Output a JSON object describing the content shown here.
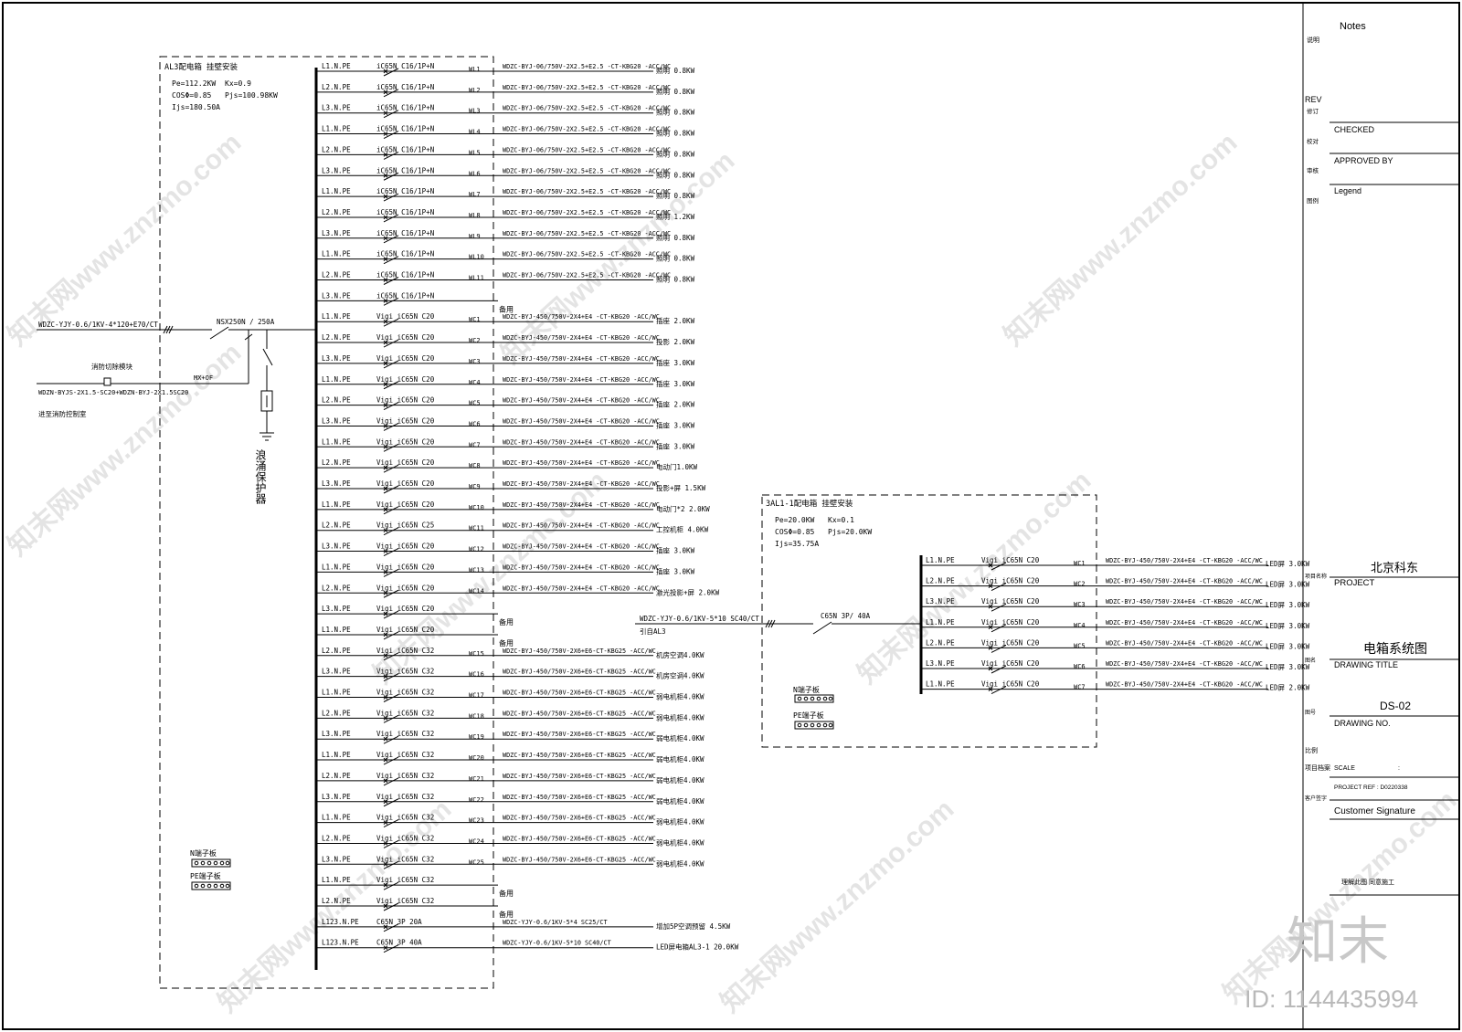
{
  "panel_main": {
    "name": "AL3配电箱",
    "install": "挂壁安装",
    "params": [
      "Pe=112.2KW",
      "Kx=0.9",
      "COSΦ=0.85",
      "Pjs=100.98KW",
      "Ijs=180.50A"
    ]
  },
  "incoming": {
    "feeder_cable": "WDZC-YJY-0.6/1KV-4*120+E70/CT",
    "main_breaker": "NSX250N / 250A",
    "fire_module": "消防切除模块",
    "mx_of": "MX+OF",
    "fire_cable": "WDZN-BYJS-2X1.5-SC20+WDZN-BYJ-2X1.5SC20",
    "to_fire_room": "进至消防控制室",
    "surge": "浪涌保护器"
  },
  "circuits_main": [
    {
      "phase": "L1.N.PE",
      "breaker": "iC65N C16/1P+N",
      "id": "WL1",
      "cable": "WDZC-BYJ-06/750V-2X2.5+E2.5 -CT-KBG20 -ACC/WC",
      "load": "照明 0.8KW"
    },
    {
      "phase": "L2.N.PE",
      "breaker": "iC65N C16/1P+N",
      "id": "WL2",
      "cable": "WDZC-BYJ-06/750V-2X2.5+E2.5 -CT-KBG20 -ACC/WC",
      "load": "照明 0.8KW"
    },
    {
      "phase": "L3.N.PE",
      "breaker": "iC65N C16/1P+N",
      "id": "WL3",
      "cable": "WDZC-BYJ-06/750V-2X2.5+E2.5 -CT-KBG20 -ACC/WC",
      "load": "照明 0.8KW"
    },
    {
      "phase": "L1.N.PE",
      "breaker": "iC65N C16/1P+N",
      "id": "WL4",
      "cable": "WDZC-BYJ-06/750V-2X2.5+E2.5 -CT-KBG20 -ACC/WC",
      "load": "照明 0.8KW"
    },
    {
      "phase": "L2.N.PE",
      "breaker": "iC65N C16/1P+N",
      "id": "WL5",
      "cable": "WDZC-BYJ-06/750V-2X2.5+E2.5 -CT-KBG20 -ACC/WC",
      "load": "照明 0.8KW"
    },
    {
      "phase": "L3.N.PE",
      "breaker": "iC65N C16/1P+N",
      "id": "WL6",
      "cable": "WDZC-BYJ-06/750V-2X2.5+E2.5 -CT-KBG20 -ACC/WC",
      "load": "照明 0.8KW"
    },
    {
      "phase": "L1.N.PE",
      "breaker": "iC65N C16/1P+N",
      "id": "WL7",
      "cable": "WDZC-BYJ-06/750V-2X2.5+E2.5 -CT-KBG20 -ACC/WC",
      "load": "照明 0.8KW"
    },
    {
      "phase": "L2.N.PE",
      "breaker": "iC65N C16/1P+N",
      "id": "WL8",
      "cable": "WDZC-BYJ-06/750V-2X2.5+E2.5 -CT-KBG20 -ACC/WC",
      "load": "照明 1.2KW"
    },
    {
      "phase": "L3.N.PE",
      "breaker": "iC65N C16/1P+N",
      "id": "WL9",
      "cable": "WDZC-BYJ-06/750V-2X2.5+E2.5 -CT-KBG20 -ACC/WC",
      "load": "照明 0.8KW"
    },
    {
      "phase": "L1.N.PE",
      "breaker": "iC65N C16/1P+N",
      "id": "WL10",
      "cable": "WDZC-BYJ-06/750V-2X2.5+E2.5 -CT-KBG20 -ACC/WC",
      "load": "照明 0.8KW"
    },
    {
      "phase": "L2.N.PE",
      "breaker": "iC65N C16/1P+N",
      "id": "WL11",
      "cable": "WDZC-BYJ-06/750V-2X2.5+E2.5 -CT-KBG20 -ACC/WC",
      "load": "照明 0.8KW"
    },
    {
      "phase": "L3.N.PE",
      "breaker": "iC65N C16/1P+N",
      "id": "",
      "cable": "",
      "load": "备用"
    },
    {
      "phase": "L1.N.PE",
      "breaker": "Vigi iC65N C20",
      "id": "WC1",
      "cable": "WDZC-BYJ-450/750V-2X4+E4 -CT-KBG20 -ACC/WC",
      "load": "插座 2.0KW"
    },
    {
      "phase": "L2.N.PE",
      "breaker": "Vigi iC65N C20",
      "id": "WC2",
      "cable": "WDZC-BYJ-450/750V-2X4+E4 -CT-KBG20 -ACC/WC",
      "load": "投影 2.0KW"
    },
    {
      "phase": "L3.N.PE",
      "breaker": "Vigi iC65N C20",
      "id": "WC3",
      "cable": "WDZC-BYJ-450/750V-2X4+E4 -CT-KBG20 -ACC/WC",
      "load": "插座 3.0KW"
    },
    {
      "phase": "L1.N.PE",
      "breaker": "Vigi iC65N C20",
      "id": "WC4",
      "cable": "WDZC-BYJ-450/750V-2X4+E4 -CT-KBG20 -ACC/WC",
      "load": "插座 3.0KW"
    },
    {
      "phase": "L2.N.PE",
      "breaker": "Vigi iC65N C20",
      "id": "WC5",
      "cable": "WDZC-BYJ-450/750V-2X4+E4 -CT-KBG20 -ACC/WC",
      "load": "插座 2.0KW"
    },
    {
      "phase": "L3.N.PE",
      "breaker": "Vigi iC65N C20",
      "id": "WC6",
      "cable": "WDZC-BYJ-450/750V-2X4+E4 -CT-KBG20 -ACC/WC",
      "load": "插座 3.0KW"
    },
    {
      "phase": "L1.N.PE",
      "breaker": "Vigi iC65N C20",
      "id": "WC7",
      "cable": "WDZC-BYJ-450/750V-2X4+E4 -CT-KBG20 -ACC/WC",
      "load": "插座 3.0KW"
    },
    {
      "phase": "L2.N.PE",
      "breaker": "Vigi iC65N C20",
      "id": "WC8",
      "cable": "WDZC-BYJ-450/750V-2X4+E4 -CT-KBG20 -ACC/WC",
      "load": "电动门1.0KW"
    },
    {
      "phase": "L3.N.PE",
      "breaker": "Vigi iC65N C20",
      "id": "WC9",
      "cable": "WDZC-BYJ-450/750V-2X4+E4 -CT-KBG20 -ACC/WC",
      "load": "投影+屏 1.5KW"
    },
    {
      "phase": "L1.N.PE",
      "breaker": "Vigi iC65N C20",
      "id": "WC10",
      "cable": "WDZC-BYJ-450/750V-2X4+E4 -CT-KBG20 -ACC/WC",
      "load": "电动门*2 2.0KW"
    },
    {
      "phase": "L2.N.PE",
      "breaker": "Vigi iC65N C25",
      "id": "WC11",
      "cable": "WDZC-BYJ-450/750V-2X4+E4 -CT-KBG20 -ACC/WC",
      "load": "工控机柜 4.0KW"
    },
    {
      "phase": "L3.N.PE",
      "breaker": "Vigi iC65N C20",
      "id": "WC12",
      "cable": "WDZC-BYJ-450/750V-2X4+E4 -CT-KBG20 -ACC/WC",
      "load": "插座 3.0KW"
    },
    {
      "phase": "L1.N.PE",
      "breaker": "Vigi iC65N C20",
      "id": "WC13",
      "cable": "WDZC-BYJ-450/750V-2X4+E4 -CT-KBG20 -ACC/WC",
      "load": "插座 3.0KW"
    },
    {
      "phase": "L2.N.PE",
      "breaker": "Vigi iC65N C20",
      "id": "WC14",
      "cable": "WDZC-BYJ-450/750V-2X4+E4 -CT-KBG20 -ACC/WC",
      "load": "激光投影+屏 2.0KW"
    },
    {
      "phase": "L3.N.PE",
      "breaker": "Vigi iC65N C20",
      "id": "",
      "cable": "",
      "load": "备用"
    },
    {
      "phase": "L1.N.PE",
      "breaker": "Vigi iC65N C20",
      "id": "",
      "cable": "",
      "load": "备用"
    },
    {
      "phase": "L2.N.PE",
      "breaker": "Vigi iC65N C32",
      "id": "WC15",
      "cable": "WDZC-BYJ-450/750V-2X6+E6-CT-KBG25 -ACC/WC",
      "load": "机房空调4.0KW"
    },
    {
      "phase": "L3.N.PE",
      "breaker": "Vigi iC65N C32",
      "id": "WC16",
      "cable": "WDZC-BYJ-450/750V-2X6+E6-CT-KBG25 -ACC/WC",
      "load": "机房空调4.0KW"
    },
    {
      "phase": "L1.N.PE",
      "breaker": "Vigi iC65N C32",
      "id": "WC17",
      "cable": "WDZC-BYJ-450/750V-2X6+E6-CT-KBG25 -ACC/WC",
      "load": "弱电机柜4.0KW"
    },
    {
      "phase": "L2.N.PE",
      "breaker": "Vigi iC65N C32",
      "id": "WC18",
      "cable": "WDZC-BYJ-450/750V-2X6+E6-CT-KBG25 -ACC/WC",
      "load": "弱电机柜4.0KW"
    },
    {
      "phase": "L3.N.PE",
      "breaker": "Vigi iC65N C32",
      "id": "WC19",
      "cable": "WDZC-BYJ-450/750V-2X6+E6-CT-KBG25 -ACC/WC",
      "load": "弱电机柜4.0KW"
    },
    {
      "phase": "L1.N.PE",
      "breaker": "Vigi iC65N C32",
      "id": "WC20",
      "cable": "WDZC-BYJ-450/750V-2X6+E6-CT-KBG25 -ACC/WC",
      "load": "弱电机柜4.0KW"
    },
    {
      "phase": "L2.N.PE",
      "breaker": "Vigi iC65N C32",
      "id": "WC21",
      "cable": "WDZC-BYJ-450/750V-2X6+E6-CT-KBG25 -ACC/WC",
      "load": "弱电机柜4.0KW"
    },
    {
      "phase": "L3.N.PE",
      "breaker": "Vigi iC65N C32",
      "id": "WC22",
      "cable": "WDZC-BYJ-450/750V-2X6+E6-CT-KBG25 -ACC/WC",
      "load": "弱电机柜4.0KW"
    },
    {
      "phase": "L1.N.PE",
      "breaker": "Vigi iC65N C32",
      "id": "WC23",
      "cable": "WDZC-BYJ-450/750V-2X6+E6-CT-KBG25 -ACC/WC",
      "load": "弱电机柜4.0KW"
    },
    {
      "phase": "L2.N.PE",
      "breaker": "Vigi iC65N C32",
      "id": "WC24",
      "cable": "WDZC-BYJ-450/750V-2X6+E6-CT-KBG25 -ACC/WC",
      "load": "弱电机柜4.0KW"
    },
    {
      "phase": "L3.N.PE",
      "breaker": "Vigi iC65N C32",
      "id": "WC25",
      "cable": "WDZC-BYJ-450/750V-2X6+E6-CT-KBG25 -ACC/WC",
      "load": "弱电机柜4.0KW"
    },
    {
      "phase": "L1.N.PE",
      "breaker": "Vigi iC65N C32",
      "id": "",
      "cable": "",
      "load": "备用"
    },
    {
      "phase": "L2.N.PE",
      "breaker": "Vigi iC65N C32",
      "id": "",
      "cable": "",
      "load": "备用"
    },
    {
      "phase": "L123.N.PE",
      "breaker": "C65N 3P 20A",
      "id": "",
      "cable": "WDZC-YJY-0.6/1KV-5*4 SC25/CT",
      "load": "增加5P空调预留 4.5KW"
    },
    {
      "phase": "L123.N.PE",
      "breaker": "C65N 3P 40A",
      "id": "",
      "cable": "WDZC-YJY-0.6/1KV-5*10 SC40/CT",
      "load": "LED屏电箱AL3-1 20.0KW"
    }
  ],
  "terminals": {
    "n": "N端子板",
    "pe": "PE端子板"
  },
  "panel_sub": {
    "name": "3AL1-1配电箱 挂壁安装",
    "params": [
      "Pe=20.0KW",
      "Kx=0.1",
      "COSΦ=0.85",
      "Pjs=20.0KW",
      "Ijs=35.75A"
    ],
    "feeder_cable": "WDZC-YJY-0.6/1KV-5*10 SC40/CT",
    "feeder_from": "引自AL3",
    "main_breaker": "C65N 3P/ 40A"
  },
  "circuits_sub": [
    {
      "phase": "L1.N.PE",
      "breaker": "Vigi iC65N C20",
      "id": "WC1",
      "cable": "WDZC-BYJ-450/750V-2X4+E4 -CT-KBG20 -ACC/WC",
      "load": "LED屏 3.0KW"
    },
    {
      "phase": "L2.N.PE",
      "breaker": "Vigi iC65N C20",
      "id": "WC2",
      "cable": "WDZC-BYJ-450/750V-2X4+E4 -CT-KBG20 -ACC/WC",
      "load": "LED屏 3.0KW"
    },
    {
      "phase": "L3.N.PE",
      "breaker": "Vigi iC65N C20",
      "id": "WC3",
      "cable": "WDZC-BYJ-450/750V-2X4+E4 -CT-KBG20 -ACC/WC",
      "load": "LED屏 3.0KW"
    },
    {
      "phase": "L1.N.PE",
      "breaker": "Vigi iC65N C20",
      "id": "WC4",
      "cable": "WDZC-BYJ-450/750V-2X4+E4 -CT-KBG20 -ACC/WC",
      "load": "LED屏 3.0KW"
    },
    {
      "phase": "L2.N.PE",
      "breaker": "Vigi iC65N C20",
      "id": "WC5",
      "cable": "WDZC-BYJ-450/750V-2X4+E4 -CT-KBG20 -ACC/WC",
      "load": "LED屏 3.0KW"
    },
    {
      "phase": "L3.N.PE",
      "breaker": "Vigi iC65N C20",
      "id": "WC6",
      "cable": "WDZC-BYJ-450/750V-2X4+E4 -CT-KBG20 -ACC/WC",
      "load": "LED屏 3.0KW"
    },
    {
      "phase": "L1.N.PE",
      "breaker": "Vigi iC65N C20",
      "id": "WC7",
      "cable": "WDZC-BYJ-450/750V-2X4+E4 -CT-KBG20 -ACC/WC",
      "load": "LED屏 2.0KW"
    }
  ],
  "title_block": {
    "notes": "Notes",
    "notes_cn": "说明",
    "rev": "REV",
    "rev_cn": "修订",
    "checked": "CHECKED",
    "checked_cn": "校对",
    "approved": "APPROVED BY",
    "approved_cn": "审核",
    "legend": "Legend",
    "legend_cn": "图例",
    "project_name": "北京科东",
    "project_label": "PROJECT",
    "project_cn": "项目名称",
    "drawing_title": "电箱系统图",
    "drawing_title_label": "DRAWING TITLE",
    "drawing_title_cn": "图名",
    "drawing_no": "DS-02",
    "drawing_no_label": "DRAWING NO.",
    "drawing_no_cn": "图号",
    "scale_cn": "比例",
    "archive_cn": "项目档案",
    "scale_label": "SCALE",
    "scale_value": ":",
    "project_ref": "PROJECT REF : D0220338",
    "customer_cn": "客户签字",
    "customer_sig": "Customer Signature",
    "note_bottom": "理解此图 同意施工"
  },
  "watermark": {
    "text": "知末网www.znzmo.com",
    "logo": "知末",
    "id": "ID: 1144435994"
  }
}
